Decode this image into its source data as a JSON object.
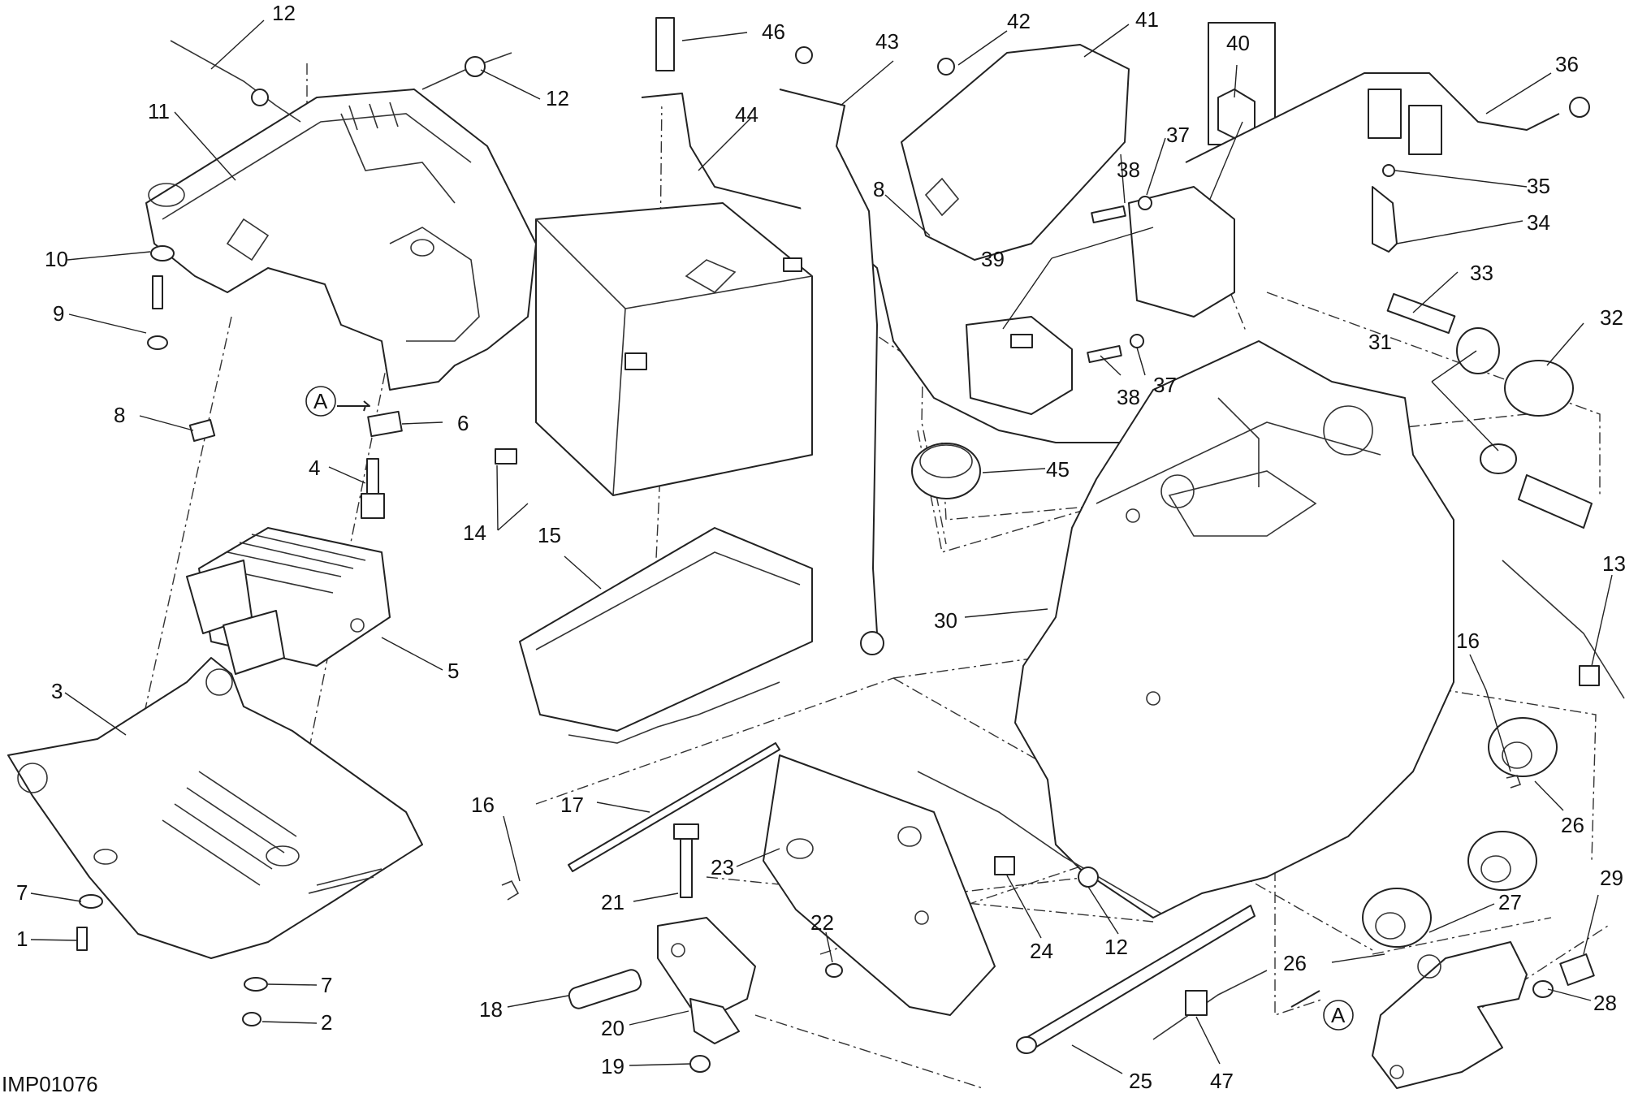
{
  "drawing_code": "IMP01076",
  "view_marker": "A",
  "callouts": [
    "1",
    "2",
    "3",
    "4",
    "5",
    "6",
    "7",
    "8",
    "9",
    "10",
    "11",
    "12",
    "13",
    "14",
    "15",
    "16",
    "17",
    "18",
    "19",
    "20",
    "21",
    "22",
    "23",
    "24",
    "25",
    "26",
    "27",
    "28",
    "29",
    "30",
    "31",
    "32",
    "33",
    "34",
    "35",
    "36",
    "37",
    "38",
    "39",
    "40",
    "41",
    "42",
    "43",
    "44",
    "45",
    "46",
    "47"
  ]
}
